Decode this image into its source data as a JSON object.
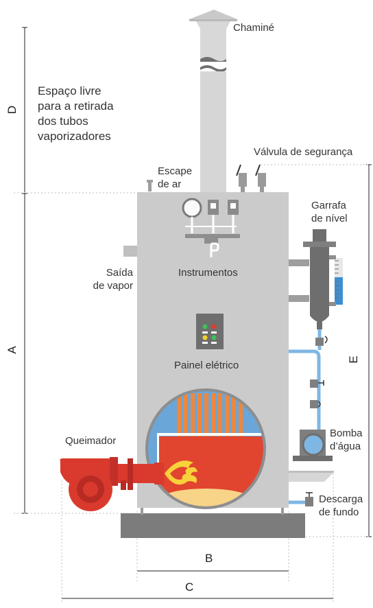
{
  "labels": {
    "chimney": "Chaminé",
    "free_space": [
      "Espaço livre",
      "para a retirada",
      "dos tubos",
      "vaporizadores"
    ],
    "safety_valve": "Válvula de segurança",
    "air_vent": [
      "Escape",
      "de ar"
    ],
    "level_bottle": [
      "Garrafa",
      "de nível"
    ],
    "steam_outlet": [
      "Saída",
      "de vapor"
    ],
    "instruments": "Instrumentos",
    "electric_panel": "Painel elétrico",
    "burner": "Queimador",
    "water_pump": [
      "Bomba",
      "d’água"
    ],
    "bottom_drain": [
      "Descarga",
      "de fundo"
    ]
  },
  "dimensions": {
    "A": "A",
    "B": "B",
    "C": "C",
    "D": "D",
    "E": "E"
  },
  "colors": {
    "body": "#cbcbcc",
    "body_dark": "#8e8e8e",
    "base": "#7c7c7c",
    "fire_red": "#e2452f",
    "burner_red": "#d93a2d",
    "orange_tubes": "#f1863a",
    "window_blue": "#6aa6d8",
    "pipe_blue": "#7fb7e4",
    "flame_yellow": "#f7d23a",
    "text": "#333333"
  }
}
